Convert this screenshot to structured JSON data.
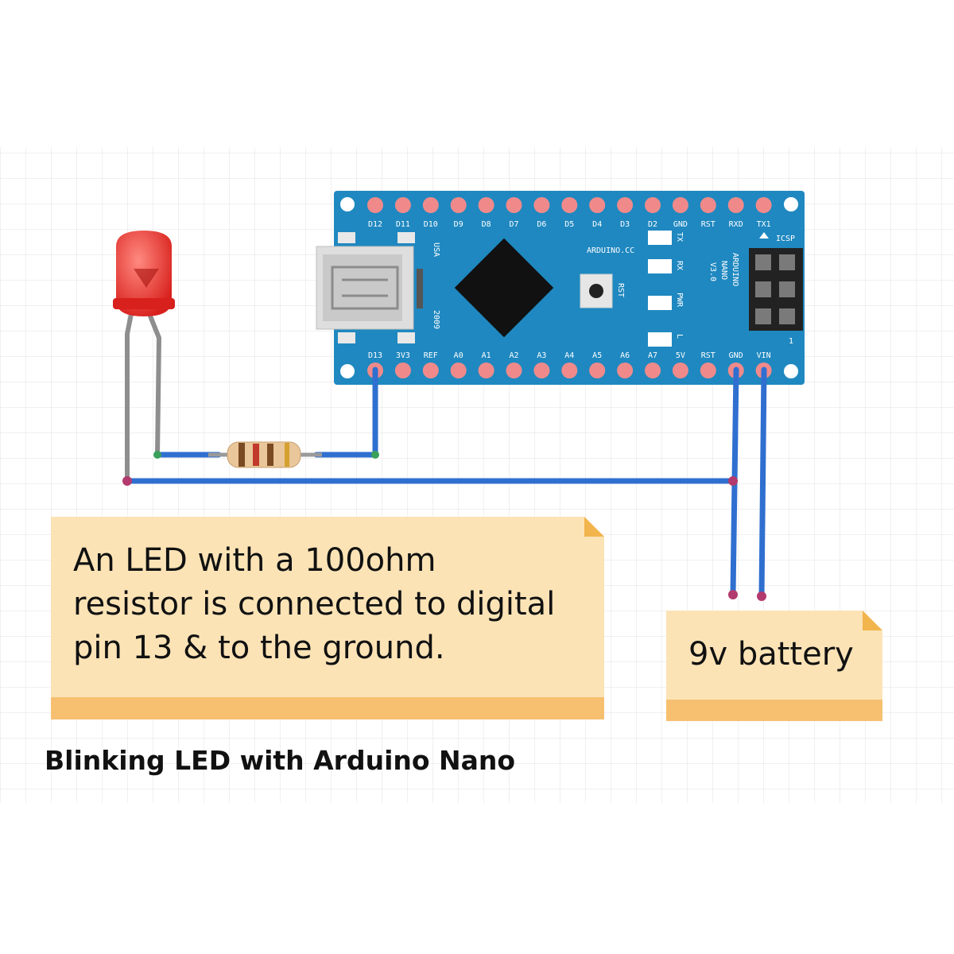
{
  "colors": {
    "board": "#1f88c0",
    "wire": "#2f6fd0",
    "led": "#e8302f",
    "note": "#fbe3b6",
    "note_strip": "#f6c070",
    "pad": "#f08a8a"
  },
  "board": {
    "top_pins": [
      "D12",
      "D11",
      "D10",
      "D9",
      "D8",
      "D7",
      "D6",
      "D5",
      "D4",
      "D3",
      "D2",
      "GND",
      "RST",
      "RXD",
      "TX1"
    ],
    "bottom_pins": [
      "D13",
      "3V3",
      "REF",
      "A0",
      "A1",
      "A2",
      "A3",
      "A4",
      "A5",
      "A6",
      "A7",
      "5V",
      "RST",
      "GND",
      "VIN"
    ],
    "brand_text": "ARDUINO.CC",
    "model_lines": [
      "ARDUINO",
      "NANO",
      "V3.0"
    ],
    "usa_text": "USA",
    "year_text": "2009",
    "rst_text": "RST",
    "icsp_text": "ICSP",
    "icsp_number": "1",
    "led_labels": [
      "TX",
      "RX",
      "PWR",
      "L"
    ]
  },
  "note_main": {
    "lines": [
      "An LED with a 100ohm",
      "resistor is connected to digital",
      "pin 13 & to the ground."
    ]
  },
  "note_battery": {
    "text": "9v battery"
  },
  "caption": "Blinking LED with Arduino Nano"
}
